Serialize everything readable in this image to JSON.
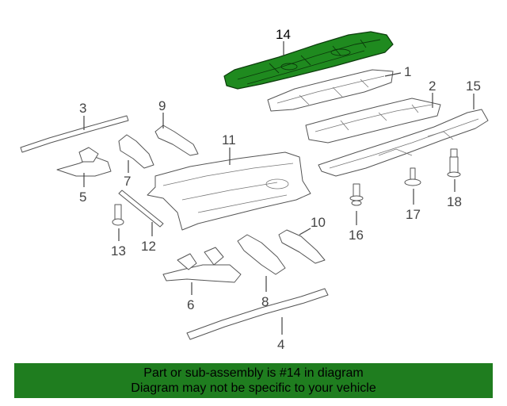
{
  "diagram": {
    "highlighted_part": "14",
    "callouts": {
      "c1": "1",
      "c2": "2",
      "c3": "3",
      "c4": "4",
      "c5": "5",
      "c6": "6",
      "c7": "7",
      "c8": "8",
      "c9": "9",
      "c10": "10",
      "c11": "11",
      "c12": "12",
      "c13": "13",
      "c14": "14",
      "c15": "15",
      "c16": "16",
      "c17": "17",
      "c18": "18"
    }
  },
  "banner": {
    "line1": "Part or sub-assembly is #14 in diagram",
    "line2": "Diagram may not be specific to your vehicle"
  },
  "colors": {
    "highlight": "#1f8a1f",
    "banner_bg": "#1f7d1f",
    "outline": "#555555"
  }
}
